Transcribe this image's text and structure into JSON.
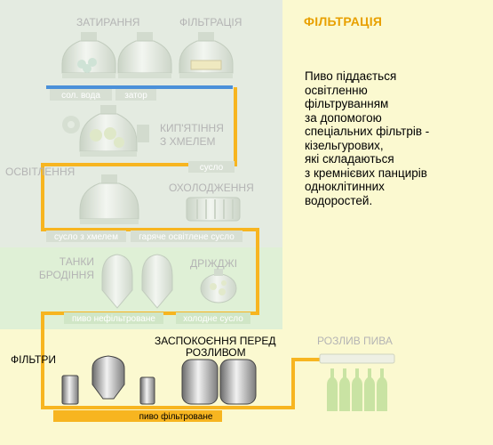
{
  "info": {
    "title": "ФІЛЬТРАЦІЯ",
    "text": "Пиво піддається\nосвітленню\nфільтруванням\nза допомогою\nспеціальних фільтрів -\nкізельгурових,\nякі складаються\nз кремнієвих панцирів\nодноклітинних\nводоростей."
  },
  "stages": {
    "mashing": "ЗАТИРАННЯ",
    "filtration_top": "ФІЛЬТРАЦІЯ",
    "boiling_line1": "КИП'ЯТІННЯ",
    "boiling_line2": "З ХМЕЛЕМ",
    "clarification": "ОСВІТЛЕННЯ",
    "cooling": "ОХОЛОДЖЕННЯ",
    "tanks_line1": "ТАНКИ",
    "tanks_line2": "БРОДІННЯ",
    "yeast": "ДРІЖДЖІ",
    "filters": "ФІЛЬТРИ",
    "calming_line1": "ЗАСПОКОЄННЯ ПЕРЕД",
    "calming_line2": "РОЗЛИВОМ",
    "bottling": "РОЗЛИВ ПИВА"
  },
  "flows": {
    "malt_water": "сол. вода",
    "mash": "затор",
    "wort": "сусло",
    "wort_hops": "сусло з хмелем",
    "hot_clear_wort": "гаряче освітлене сусло",
    "unfiltered_beer": "пиво нефільтроване",
    "cold_wort": "холодне сусло",
    "filtered_beer": "пиво фільтроване"
  },
  "colors": {
    "pipe": "#f7b520",
    "water_pipe": "#4a90d9",
    "active_text": "#000000",
    "inactive_text": "#b4b4b4",
    "title": "#e8a000"
  }
}
